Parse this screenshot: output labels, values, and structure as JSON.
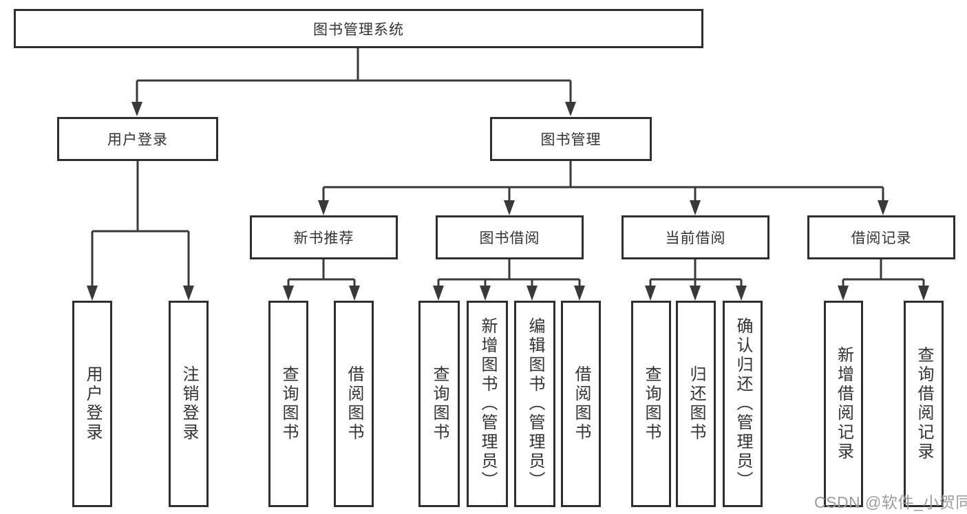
{
  "tree": {
    "root": {
      "label": "图书管理系统"
    },
    "branches": [
      {
        "label": "用户登录",
        "children": [
          {
            "label": "用户登录"
          },
          {
            "label": "注销登录"
          }
        ]
      },
      {
        "label": "图书管理",
        "children": [
          {
            "label": "新书推荐",
            "children": [
              {
                "label": "查询图书"
              },
              {
                "label": "借阅图书"
              }
            ]
          },
          {
            "label": "图书借阅",
            "children": [
              {
                "label": "查询图书"
              },
              {
                "label": "新增图书（管理员）"
              },
              {
                "label": "编辑图书（管理员）"
              },
              {
                "label": "借阅图书"
              }
            ]
          },
          {
            "label": "当前借阅",
            "children": [
              {
                "label": "查询图书"
              },
              {
                "label": "归还图书"
              },
              {
                "label": "确认归还（管理员）"
              }
            ]
          },
          {
            "label": "借阅记录",
            "children": [
              {
                "label": "新增借阅记录"
              },
              {
                "label": "查询借阅记录"
              }
            ]
          }
        ]
      }
    ]
  },
  "watermark": "CSDN @软件_小贺同学",
  "colors": {
    "line": "#393939",
    "border": "#2e2e2e",
    "text": "#333333",
    "watermark": "#9c9c9c",
    "background": "#ffffff"
  }
}
